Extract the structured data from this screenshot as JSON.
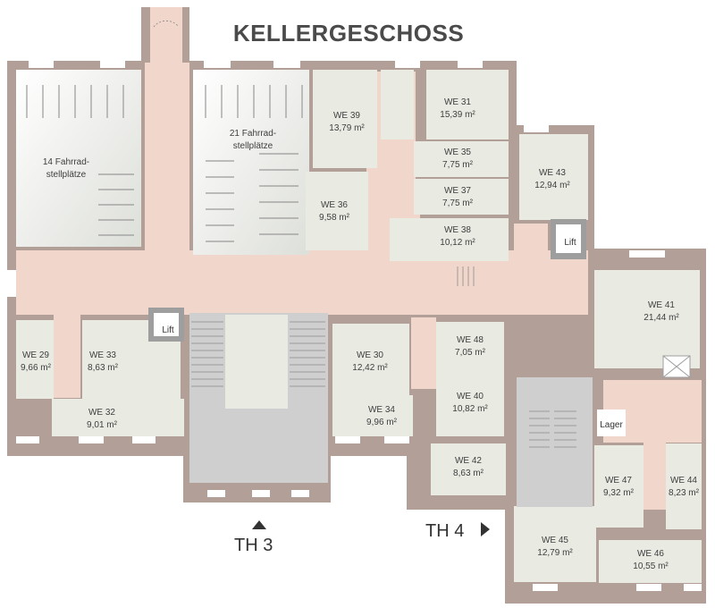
{
  "title": "KELLERGESCHOSS",
  "colors": {
    "wall": "#b29f98",
    "corridor": "#f1d6cb",
    "room": "#e9ebe3",
    "stair": "#cfcfcf",
    "window": "#ffffff"
  },
  "rooms": [
    {
      "id": "we39",
      "name": "WE 39",
      "area": "13,79 m²"
    },
    {
      "id": "we31",
      "name": "WE 31",
      "area": "15,39 m²"
    },
    {
      "id": "we35",
      "name": "WE 35",
      "area": "7,75 m²"
    },
    {
      "id": "we37",
      "name": "WE 37",
      "area": "7,75 m²"
    },
    {
      "id": "we36",
      "name": "WE 36",
      "area": "9,58 m²"
    },
    {
      "id": "we38",
      "name": "WE 38",
      "area": "10,12 m²"
    },
    {
      "id": "we43",
      "name": "WE 43",
      "area": "12,94 m²"
    },
    {
      "id": "we41",
      "name": "WE 41",
      "area": "21,44 m²"
    },
    {
      "id": "we29",
      "name": "WE 29",
      "area": "9,66 m²"
    },
    {
      "id": "we33",
      "name": "WE 33",
      "area": "8,63 m²"
    },
    {
      "id": "we32",
      "name": "WE 32",
      "area": "9,01 m²"
    },
    {
      "id": "we30",
      "name": "WE 30",
      "area": "12,42 m²"
    },
    {
      "id": "we34",
      "name": "WE 34",
      "area": "9,96 m²"
    },
    {
      "id": "we48",
      "name": "WE 48",
      "area": "7,05 m²"
    },
    {
      "id": "we40",
      "name": "WE 40",
      "area": "10,82 m²"
    },
    {
      "id": "we42",
      "name": "WE 42",
      "area": "8,63 m²"
    },
    {
      "id": "we47",
      "name": "WE 47",
      "area": "9,32 m²"
    },
    {
      "id": "we44",
      "name": "WE 44",
      "area": "8,23 m²"
    },
    {
      "id": "we45",
      "name": "WE 45",
      "area": "12,79 m²"
    },
    {
      "id": "we46",
      "name": "WE 46",
      "area": "10,55 m²"
    }
  ],
  "bike_rooms": [
    {
      "id": "bike14",
      "line1": "14 Fahrrad-",
      "line2": "stellplätze"
    },
    {
      "id": "bike21",
      "line1": "21 Fahrrad-",
      "line2": "stellplätze"
    }
  ],
  "lift_label": "Lift",
  "lager_label": "Lager",
  "stair_labels": {
    "th3": "TH 3",
    "th4": "TH 4"
  }
}
